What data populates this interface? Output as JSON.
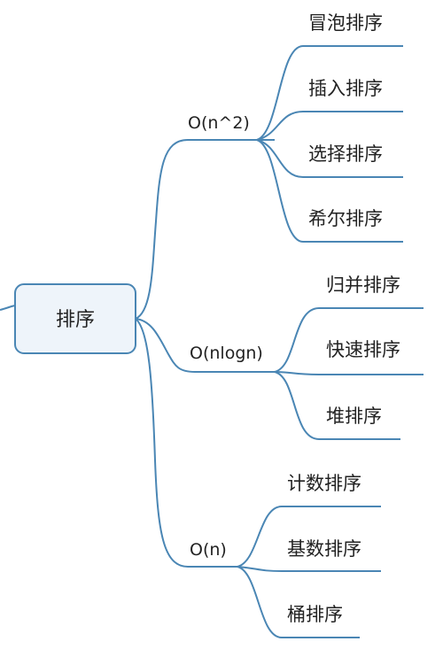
{
  "root": {
    "label": "排序"
  },
  "groups": [
    {
      "label": "O(n^2)",
      "children": [
        "冒泡排序",
        "插入排序",
        "选择排序",
        "希尔排序"
      ]
    },
    {
      "label": "O(nlogn)",
      "children": [
        "归并排序",
        "快速排序",
        "堆排序"
      ]
    },
    {
      "label": "O(n)",
      "children": [
        "计数排序",
        "基数排序",
        "桶排序"
      ]
    }
  ],
  "colors": {
    "branch": "#4a86b4",
    "root_fill": "#eef4fa",
    "root_stroke": "#4a86b4",
    "text": "#222222"
  }
}
